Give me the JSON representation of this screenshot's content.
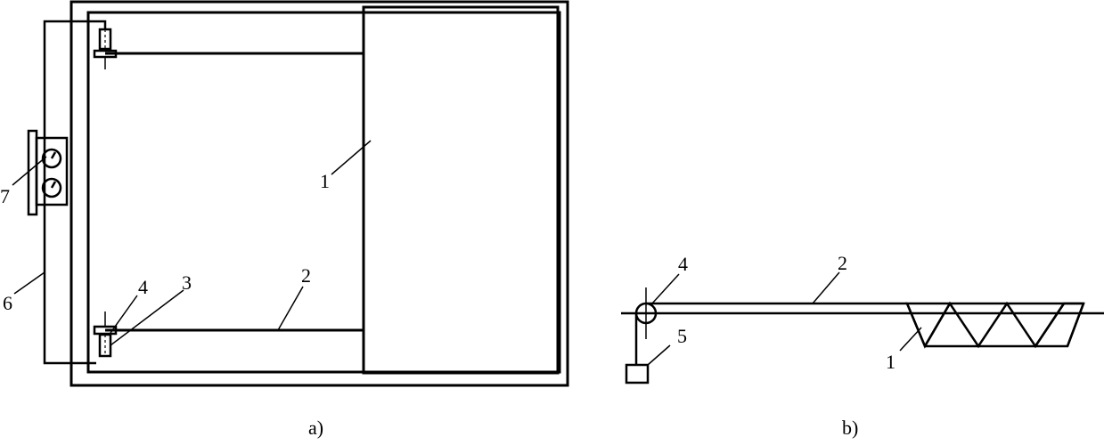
{
  "figure_a": {
    "caption": "a)",
    "labels": {
      "part_1": "1",
      "part_2": "2",
      "part_3": "3",
      "part_4": "4",
      "part_6": "6",
      "part_7": "7"
    }
  },
  "figure_b": {
    "caption": "b)",
    "labels": {
      "part_1": "1",
      "part_2": "2",
      "part_4": "4",
      "part_5": "5"
    }
  }
}
